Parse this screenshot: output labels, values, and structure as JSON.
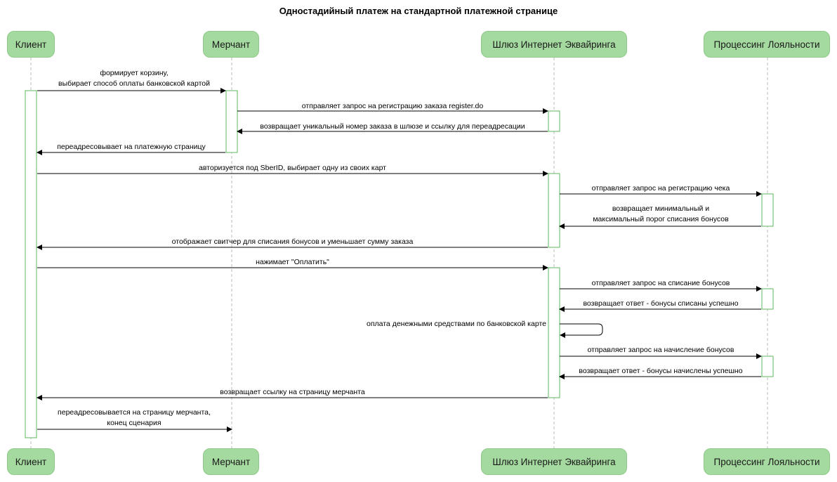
{
  "title": "Одностадийный платеж на стандартной платежной странице",
  "colors": {
    "actor_fill": "#a4d99f",
    "activation_border": "#5cb85c",
    "lifeline": "#bbbbbb",
    "arrow": "#000000"
  },
  "actors": [
    {
      "id": "client",
      "name": "Клиент"
    },
    {
      "id": "merchant",
      "name": "Мерчант"
    },
    {
      "id": "gateway",
      "name": "Шлюз Интернет Эквайринга"
    },
    {
      "id": "loyalty",
      "name": "Процессинг Лояльности"
    }
  ],
  "messages": [
    {
      "id": "m1",
      "from": "client",
      "to": "merchant",
      "lines": [
        "формирует корзину,",
        "выбирает способ оплаты банковской картой"
      ]
    },
    {
      "id": "m2",
      "from": "merchant",
      "to": "gateway",
      "lines": [
        "отправляет запрос на регистрацию заказа register.do"
      ]
    },
    {
      "id": "m3",
      "from": "gateway",
      "to": "merchant",
      "lines": [
        "возвращает уникальный номер заказа в шлюзе и ссылку для переадресации"
      ]
    },
    {
      "id": "m4",
      "from": "merchant",
      "to": "client",
      "lines": [
        "переадресовывает на платежную страницу"
      ]
    },
    {
      "id": "m5",
      "from": "client",
      "to": "gateway",
      "lines": [
        "авторизуется под SberID, выбирает одну из своих карт"
      ]
    },
    {
      "id": "m6",
      "from": "gateway",
      "to": "loyalty",
      "lines": [
        "отправляет запрос на регистрацию чека"
      ]
    },
    {
      "id": "m7",
      "from": "loyalty",
      "to": "gateway",
      "lines": [
        "возвращает минимальный и",
        "максимальный порог списания бонусов"
      ]
    },
    {
      "id": "m8",
      "from": "gateway",
      "to": "client",
      "lines": [
        "отображает свитчер для списания бонусов и уменьшает сумму заказа"
      ]
    },
    {
      "id": "m9",
      "from": "client",
      "to": "gateway",
      "lines": [
        "нажимает \"Оплатить\""
      ]
    },
    {
      "id": "m10",
      "from": "gateway",
      "to": "loyalty",
      "lines": [
        "отправляет запрос на списание бонусов"
      ]
    },
    {
      "id": "m11",
      "from": "loyalty",
      "to": "gateway",
      "lines": [
        "возвращает ответ - бонусы списаны успешно"
      ]
    },
    {
      "id": "m12",
      "from": "gateway",
      "to": "gateway",
      "lines": [
        "оплата денежными средствами по банковской карте"
      ]
    },
    {
      "id": "m13",
      "from": "gateway",
      "to": "loyalty",
      "lines": [
        "отправляет запрос на начисление бонусов"
      ]
    },
    {
      "id": "m14",
      "from": "loyalty",
      "to": "gateway",
      "lines": [
        "возвращает ответ - бонусы начислены успешно"
      ]
    },
    {
      "id": "m15",
      "from": "gateway",
      "to": "client",
      "lines": [
        "возвращает ссылку на страницу мерчанта"
      ]
    },
    {
      "id": "m16",
      "from": "client",
      "to": "merchant",
      "lines": [
        "переадресовывается на страницу мерчанта,",
        "конец сценария"
      ]
    }
  ]
}
